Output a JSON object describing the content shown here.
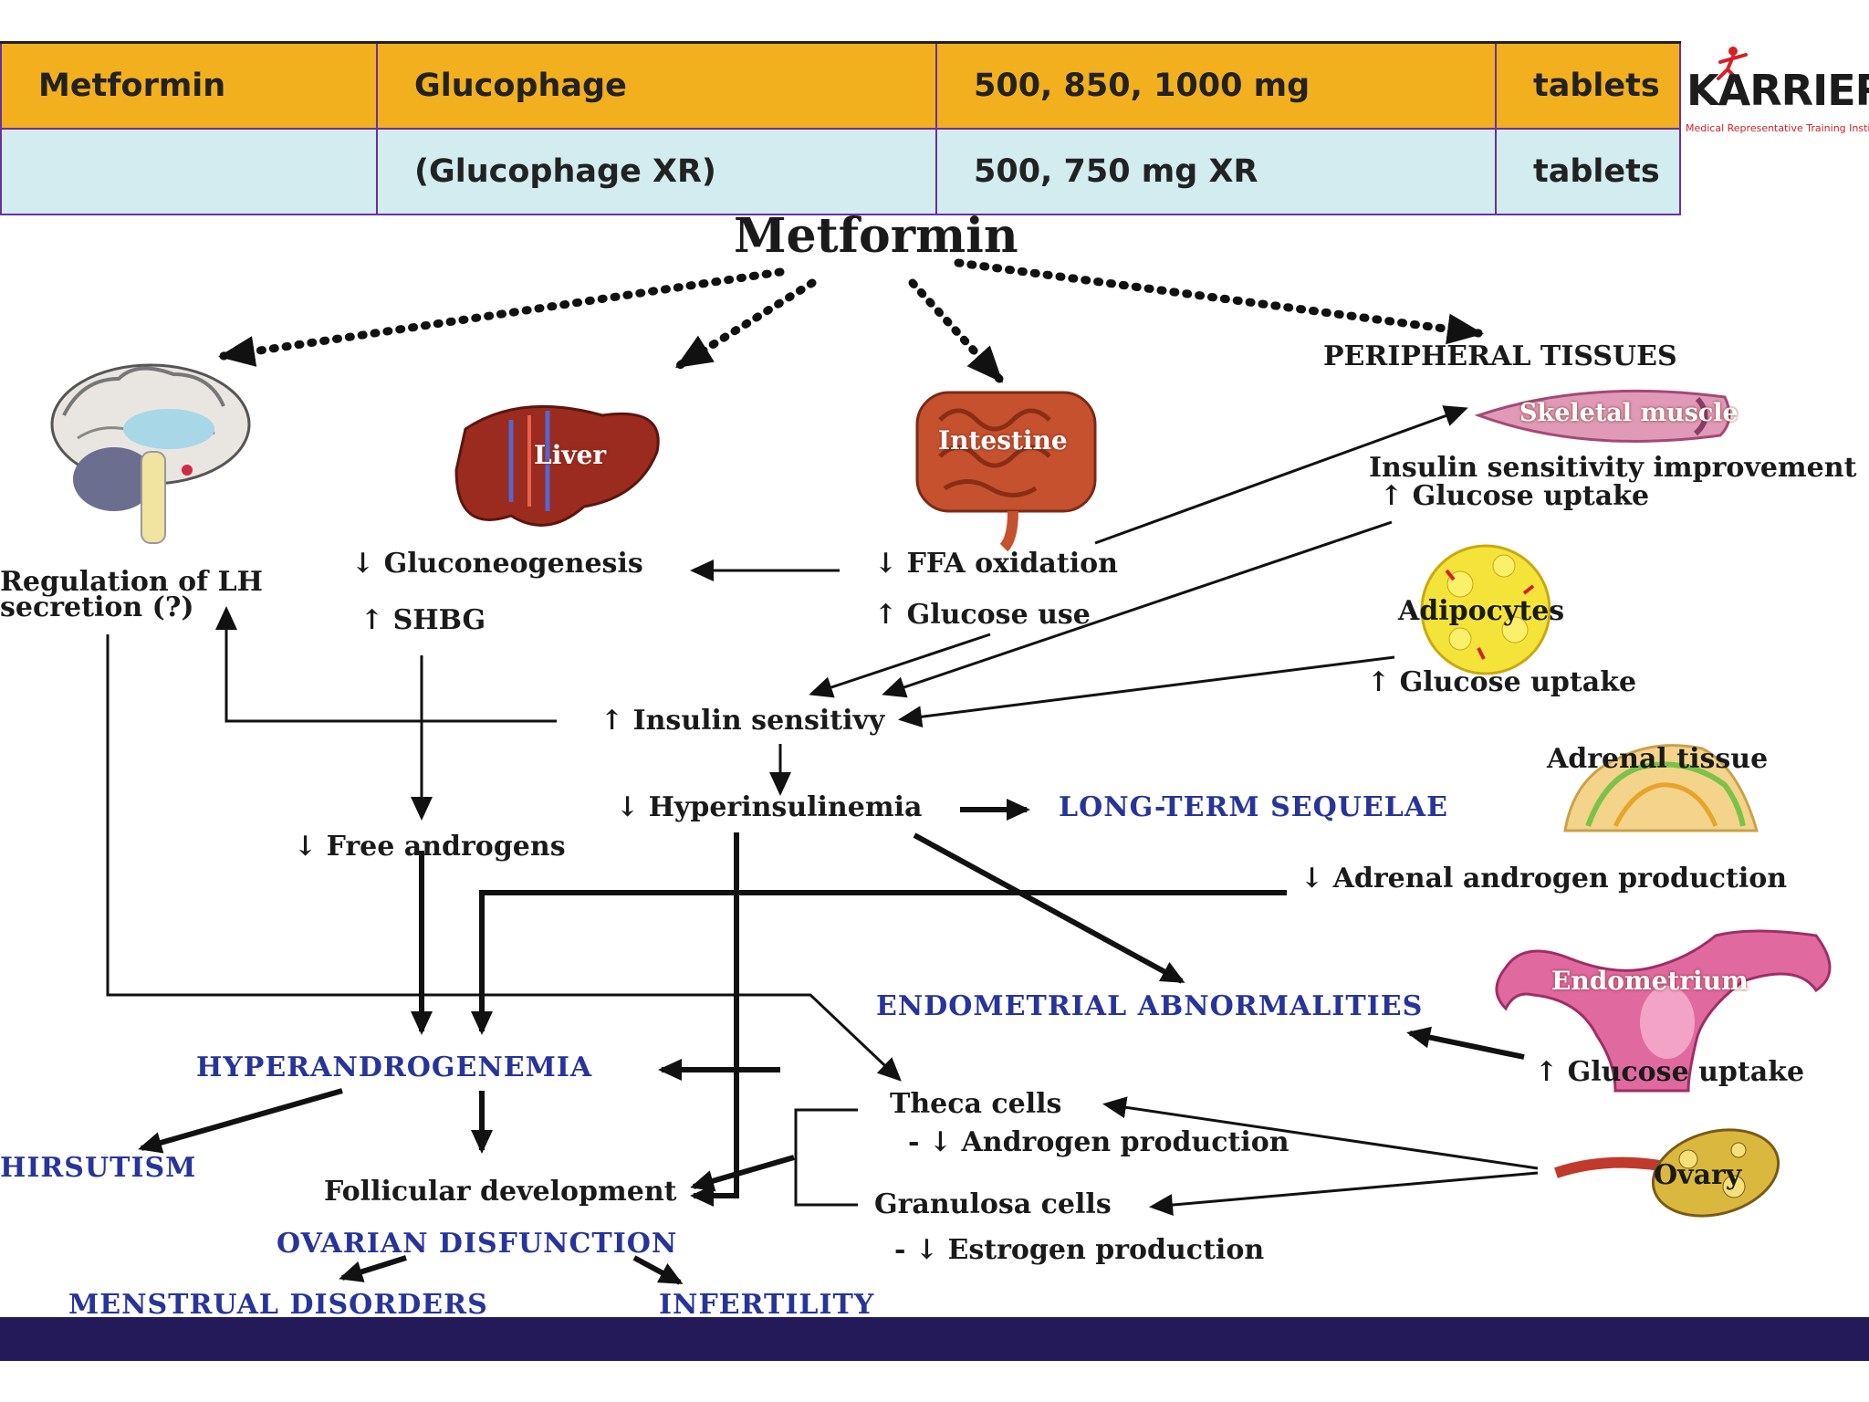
{
  "table": {
    "rows": [
      {
        "generic": "Metformin",
        "brand": "Glucophage",
        "dose": "500, 850, 1000 mg",
        "form": "tablets"
      },
      {
        "generic": "",
        "brand": "(Glucophage XR)",
        "dose": "500, 750 mg XR",
        "form": "tablets"
      }
    ]
  },
  "logo": {
    "word": "KARRIER",
    "tagline": "Medical Representative Training Institute"
  },
  "diagram": {
    "title": "Metformin",
    "organs": {
      "liver": "Liver",
      "intestine": "Intestine",
      "peripheral": "PERIPHERAL TISSUES",
      "skeletal_muscle": "Skeletal muscle",
      "adipocytes": "Adipocytes",
      "adrenal": "Adrenal tissue",
      "endometrium": "Endometrium",
      "ovary": "Ovary"
    },
    "labels": {
      "lh": "Regulation of LH",
      "lh2": "secretion (?)",
      "gluconeo": "↓ Gluconeogenesis",
      "shbg": "↑ SHBG",
      "ffa": "↓ FFA oxidation",
      "glucose_use": "↑ Glucose use",
      "muscle_1": "Insulin sensitivity improvement",
      "muscle_2": "↑ Glucose uptake",
      "adipo_uptake": "↑ Glucose uptake",
      "insulin_sens": "↑ Insulin sensitivy",
      "hyperins": "↓ Hyperinsulinemia",
      "free_andro": "↓ Free androgens",
      "adrenal_prod": "↓ Adrenal androgen production",
      "endo_uptake": "↑ Glucose uptake",
      "theca": "Theca cells",
      "theca_sub": "- ↓ Androgen production",
      "follicular": "Follicular development",
      "granulosa": "Granulosa cells",
      "granulosa_sub": "- ↓ Estrogen production"
    },
    "outcomes": {
      "long_term": "LONG-TERM SEQUELAE",
      "endometrial": "ENDOMETRIAL ABNORMALITIES",
      "hyperandro": "HYPERANDROGENEMIA",
      "hirsutism": "HIRSUTISM",
      "ovarian": "OVARIAN DISFUNCTION",
      "menstrual": "MENSTRUAL DISORDERS",
      "infertility": "INFERTILITY"
    }
  },
  "colors": {
    "table_header": "#f2b01e",
    "table_row": "#d2ecf0",
    "table_border": "#6b2fa0",
    "outcome_text": "#27349a",
    "footer": "#241a5a"
  }
}
